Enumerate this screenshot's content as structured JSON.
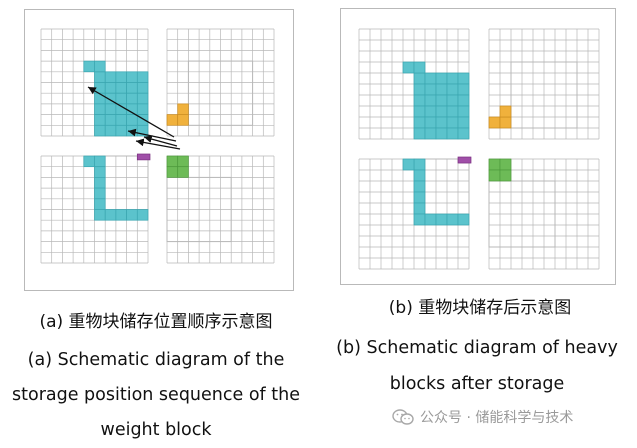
{
  "panels": [
    {
      "id": "a",
      "caption_cn": "(a) 重物块储存位置顺序示意图",
      "caption_en": "(a) Schematic diagram of the storage position sequence of the weight block"
    },
    {
      "id": "b",
      "caption_cn": "(b) 重物块储存后示意图",
      "caption_en": "(b) Schematic diagram of heavy blocks after storage"
    }
  ],
  "watermark": {
    "text": "公众号 · 储能科学与技术",
    "icon": "wechat-icon"
  },
  "colors": {
    "grid_line": "#b8b8b8",
    "frame": "#b9b9b9",
    "teal_block": "#5bc3cc",
    "teal_block_edge": "#3aa6b0",
    "orange_block": "#f0b13c",
    "green_block": "#6dbb57",
    "purple_block": "#a04fa8",
    "arrow": "#111111"
  }
}
